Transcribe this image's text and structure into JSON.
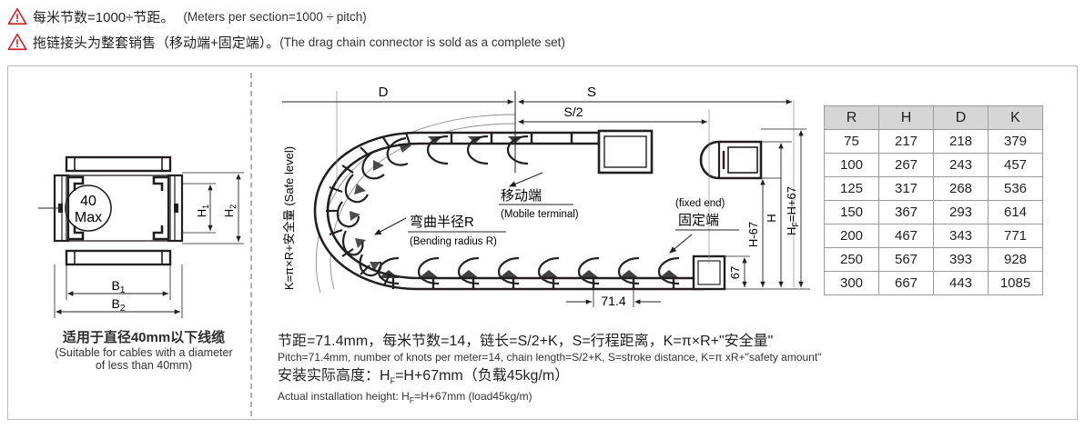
{
  "notes": [
    {
      "icon": "warning-triangle-icon",
      "cn": "每米节数=1000÷节距。",
      "en": "(Meters per section=1000 ÷ pitch)"
    },
    {
      "icon": "warning-triangle-icon",
      "cn": "拖链接头为整套销售（移动端+固定端）。",
      "en": "(The drag chain connector is sold as a complete set)"
    }
  ],
  "left_section": {
    "circle_label_line1": "40",
    "circle_label_line2": "Max",
    "dim_h1": "H",
    "dim_h1_sub": "1",
    "dim_h2": "H",
    "dim_h2_sub": "2",
    "dim_b1": "B",
    "dim_b1_sub": "1",
    "dim_b2": "B",
    "dim_b2_sub": "2",
    "caption_cn": "适用于直径40mm以下线缆",
    "caption_en_line1": "(Suitable for cables with a diameter",
    "caption_en_line2": "of less than 40mm)"
  },
  "diagram": {
    "k_label": "K=π×R+安全量 (Safe level)",
    "dim_d": "D",
    "dim_s": "S",
    "dim_s_half": "S/2",
    "pitch_dim": "71.4",
    "mobile_cn": "移动端",
    "mobile_en": "(Mobile terminal)",
    "bending_cn": "弯曲半径R",
    "bending_en": "(Bending radius R)",
    "fixed_en": "(fixed end)",
    "fixed_cn": "固定端",
    "dim_67": "67",
    "dim_h_minus_67": "H-67",
    "dim_h": "H",
    "dim_hf": "H",
    "dim_hf_sub": "F",
    "dim_hf_rest": "=H+67"
  },
  "table": {
    "headers": [
      "R",
      "H",
      "D",
      "K"
    ],
    "rows": [
      [
        "75",
        "217",
        "218",
        "379"
      ],
      [
        "100",
        "267",
        "243",
        "457"
      ],
      [
        "125",
        "317",
        "268",
        "536"
      ],
      [
        "150",
        "367",
        "293",
        "614"
      ],
      [
        "200",
        "467",
        "343",
        "771"
      ],
      [
        "250",
        "567",
        "393",
        "928"
      ],
      [
        "300",
        "667",
        "443",
        "1085"
      ]
    ]
  },
  "formulas": {
    "line1_cn": "节距=71.4mm，每米节数=14，链长=S/2+K，S=行程距离，K=π×R+\"安全量\"",
    "line1_en": "Pitch=71.4mm, number of knots per meter=14, chain length=S/2+K, S=stroke distance, K=π xR+\"safety amount\"",
    "line2_cn_a": "安装实际高度：H",
    "line2_cn_sub": "F",
    "line2_cn_b": "=H+67mm（负载45kg/m）",
    "line2_en_a": "Actual installation height: H",
    "line2_en_sub": "F",
    "line2_en_b": "=H+67mm (load45kg/m)"
  },
  "colors": {
    "warning": "#d0232b",
    "line": "#231f20",
    "panel_border": "#b9b9b9",
    "table_header_bg": "#d6d6d6"
  }
}
